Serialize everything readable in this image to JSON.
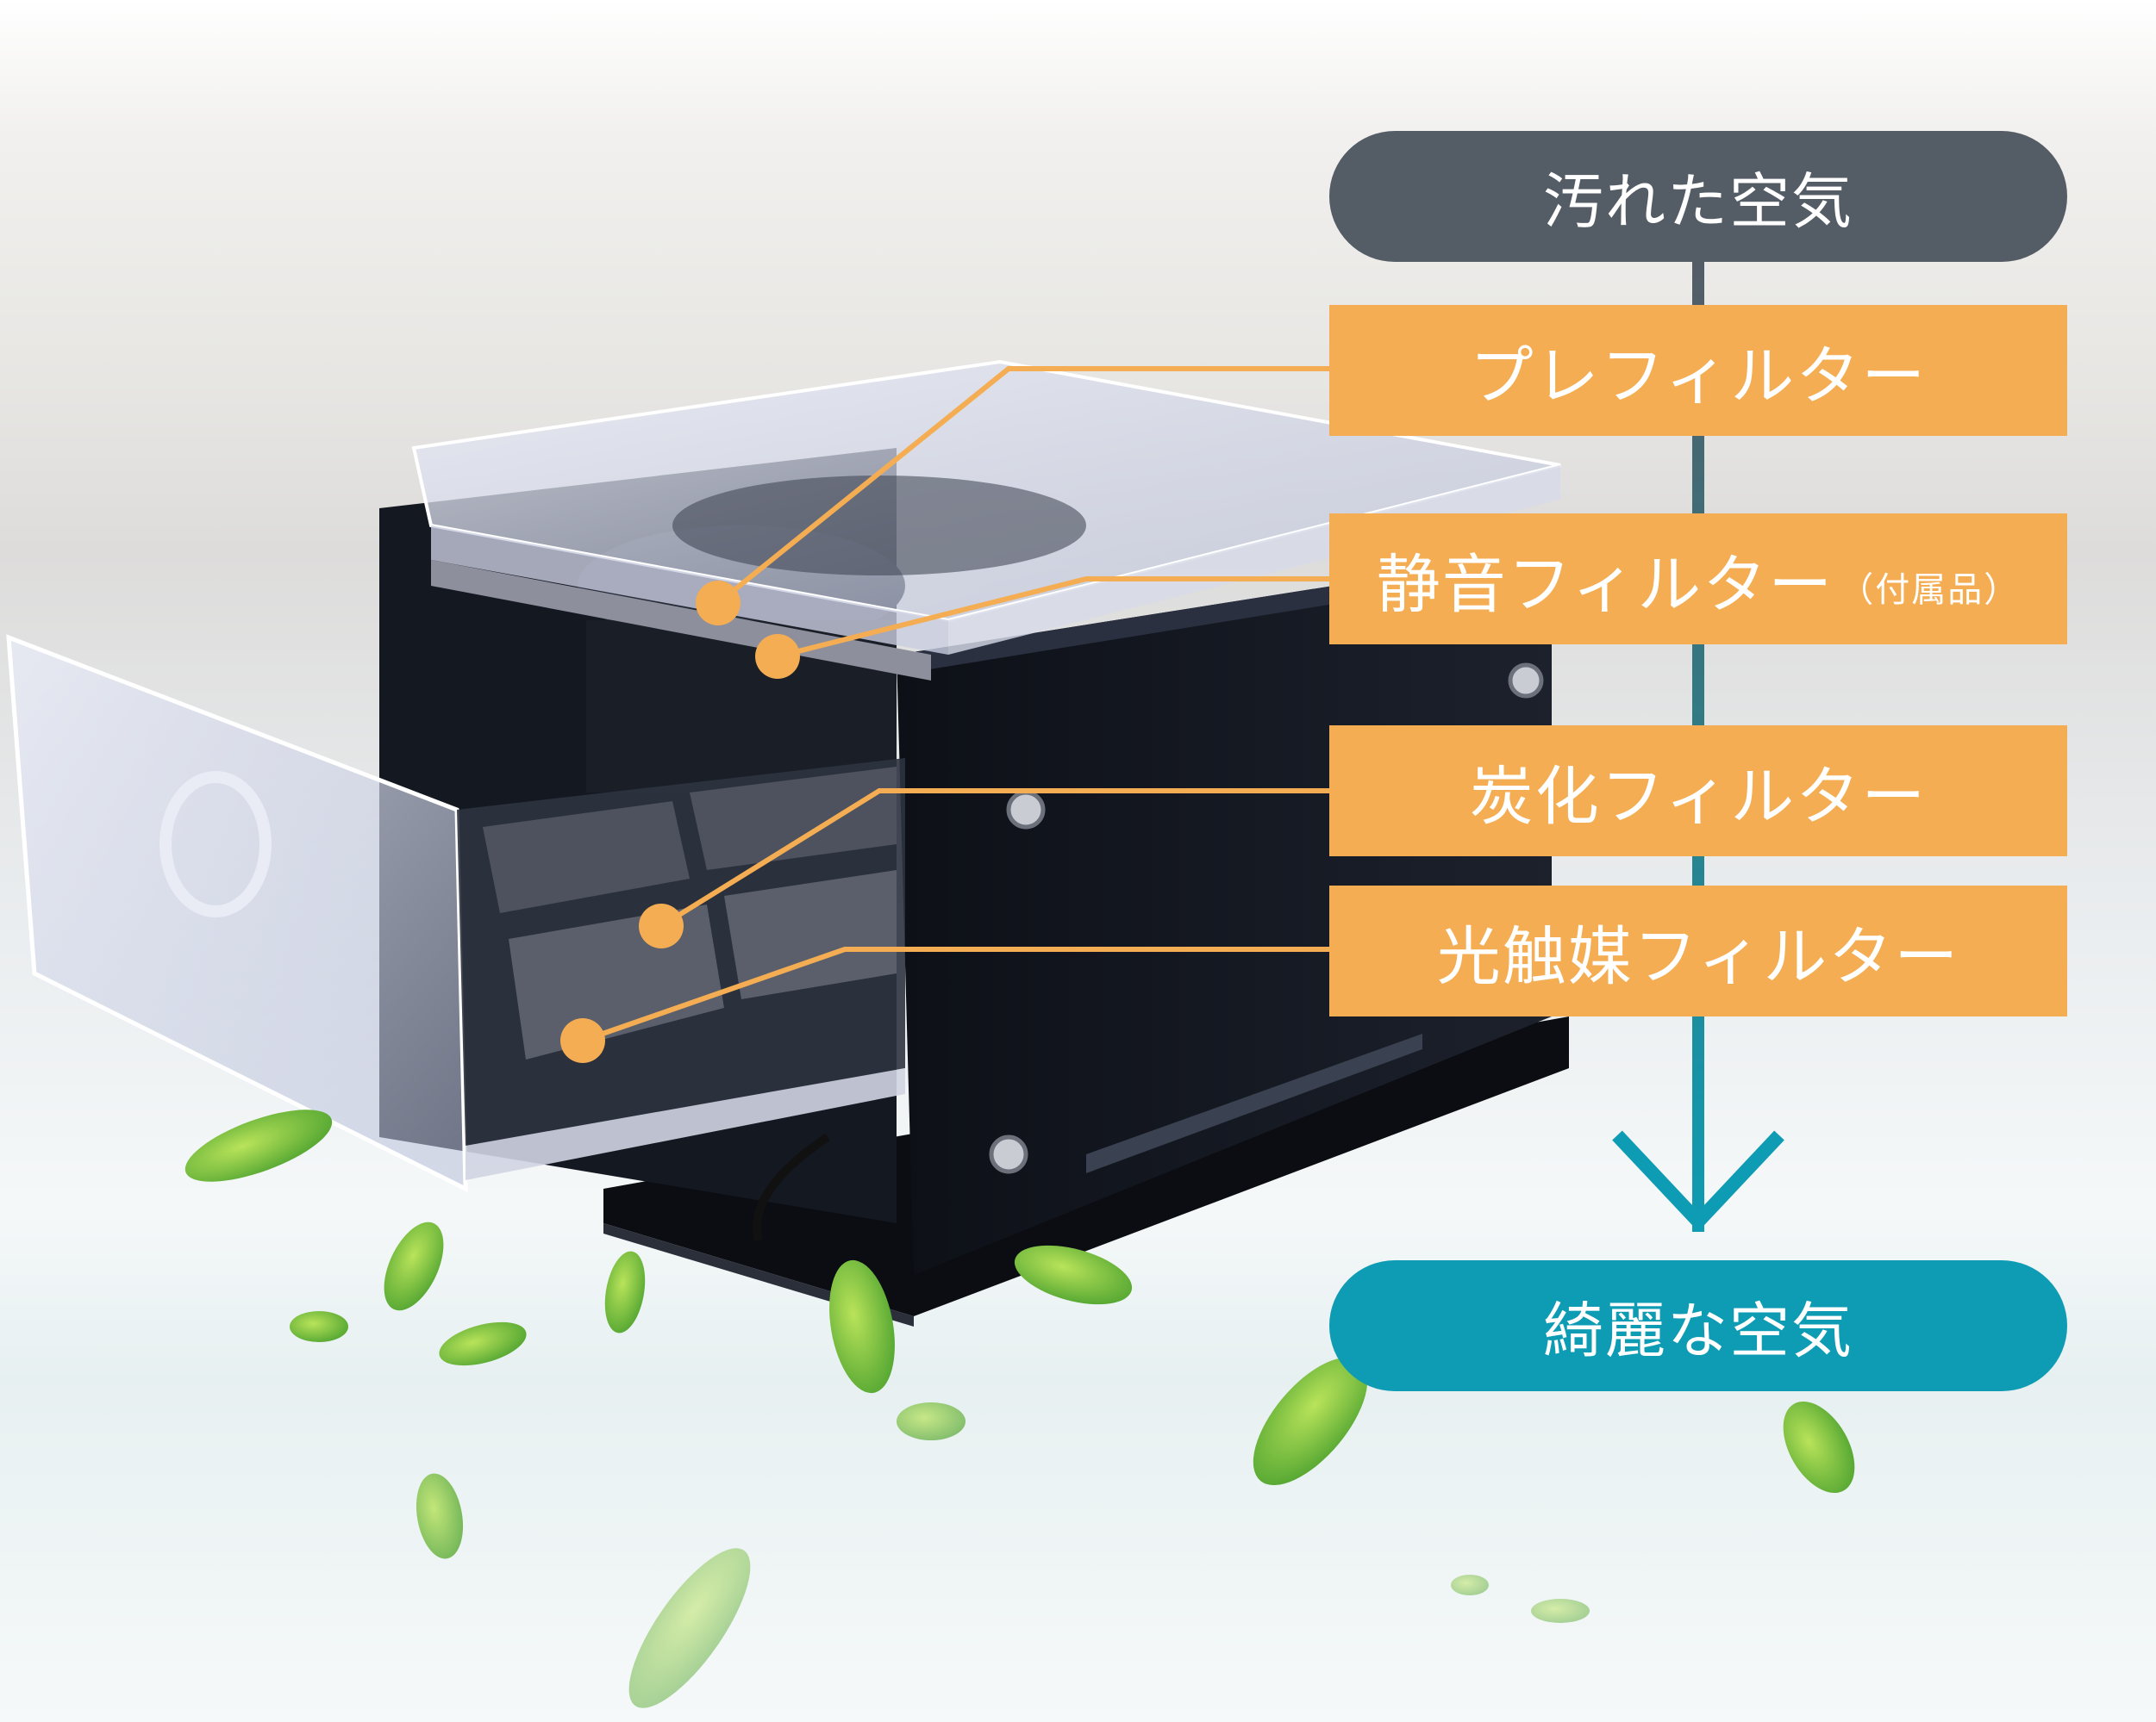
{
  "flow": {
    "start_label": "汚れた空気",
    "end_label": "綺麗な空気",
    "colors": {
      "start": "#545c66",
      "end": "#0e9cb4",
      "filter": "#f4ad52",
      "callout": "#f4ad52"
    }
  },
  "filters": {
    "pre": {
      "label": "プレフィルター"
    },
    "quiet": {
      "label": "静音フィルター",
      "note": "（付属品）"
    },
    "carbon": {
      "label": "炭化フィルター"
    },
    "photo": {
      "label": "光触媒フィルター"
    }
  },
  "photo": {
    "subject": "air-purifier-unit"
  }
}
